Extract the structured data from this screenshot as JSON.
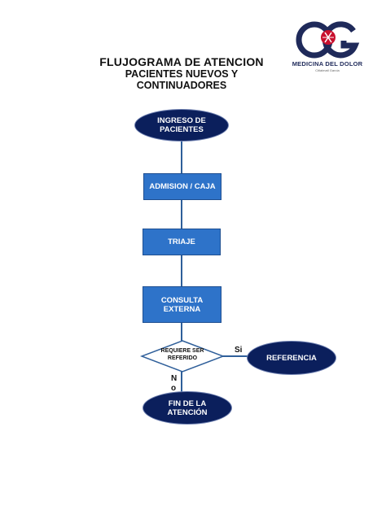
{
  "header": {
    "title": "FLUJOGRAMA DE ATENCION",
    "subtitle_line1": "PACIENTES NUEVOS Y",
    "subtitle_line2": "CONTINUADORES"
  },
  "logo": {
    "brand": "MEDICINA DEL DOLOR",
    "sub": "Citlalmatl García"
  },
  "flow": {
    "start": "INGRESO DE PACIENTES",
    "step1": "ADMISION / CAJA",
    "step2": "TRIAJE",
    "step3": "CONSULTA EXTERNA",
    "decision": "REQUIERE SER REFERIDO",
    "yes_label": "Si",
    "yes_target": "REFERENCIA",
    "no_label": "No",
    "end": "FIN DE LA ATENCIÓN"
  },
  "colors": {
    "terminal_fill": "#0b1f5c",
    "process_fill": "#2e73c9",
    "connector": "#2f5f9a"
  }
}
